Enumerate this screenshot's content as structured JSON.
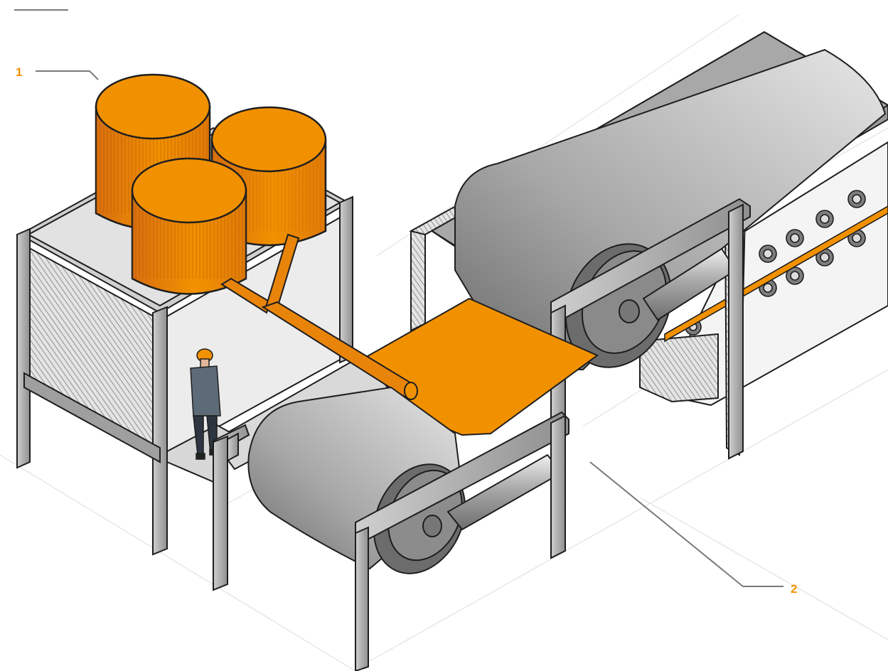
{
  "colors": {
    "accent": "#f29100",
    "outline": "#1e1e1e",
    "steel": "#b8b8b8",
    "callout_line": "#7a7a7a"
  },
  "callouts": [
    {
      "id": "1",
      "label": "1"
    },
    {
      "id": "2",
      "label": "2"
    }
  ]
}
